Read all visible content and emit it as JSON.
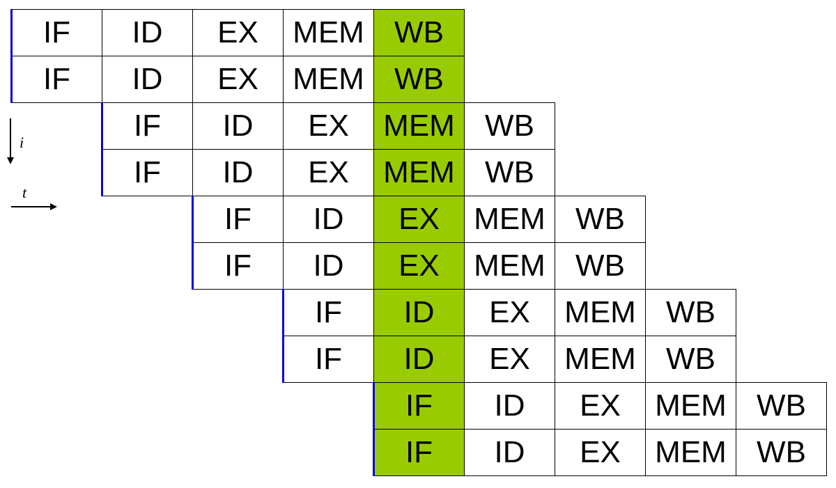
{
  "pipeline": {
    "stages": [
      "IF",
      "ID",
      "EX",
      "MEM",
      "WB"
    ],
    "instruction_groups": 5,
    "instructions_per_group": 2,
    "highlighted_cycle": 5
  },
  "axes": {
    "instruction_label": "i",
    "time_label": "t"
  },
  "colors": {
    "highlight": "#99cc00",
    "issue_bar": "#0000e0",
    "cell_border": "#000000"
  }
}
